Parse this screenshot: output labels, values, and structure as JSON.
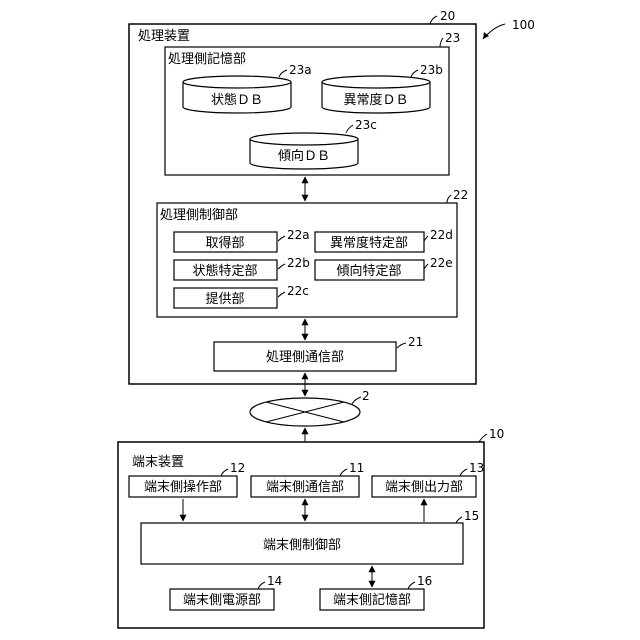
{
  "system": {
    "ref": "100"
  },
  "processing_device": {
    "title": "処理装置",
    "ref": "20",
    "storage": {
      "title": "処理側記憶部",
      "ref": "23",
      "databases": [
        {
          "label": "状態ＤＢ",
          "ref": "23a"
        },
        {
          "label": "異常度ＤＢ",
          "ref": "23b"
        },
        {
          "label": "傾向ＤＢ",
          "ref": "23c"
        }
      ]
    },
    "control": {
      "title": "処理側制御部",
      "ref": "22",
      "units": [
        {
          "label": "取得部",
          "ref": "22a"
        },
        {
          "label": "状態特定部",
          "ref": "22b"
        },
        {
          "label": "提供部",
          "ref": "22c"
        },
        {
          "label": "異常度特定部",
          "ref": "22d"
        },
        {
          "label": "傾向特定部",
          "ref": "22e"
        }
      ]
    },
    "comm": {
      "label": "処理側通信部",
      "ref": "21"
    }
  },
  "network": {
    "ref": "2"
  },
  "terminal_device": {
    "title": "端末装置",
    "ref": "10",
    "operation": {
      "label": "端末側操作部",
      "ref": "12"
    },
    "comm": {
      "label": "端末側通信部",
      "ref": "11"
    },
    "output": {
      "label": "端末側出力部",
      "ref": "13"
    },
    "control": {
      "label": "端末側制御部",
      "ref": "15"
    },
    "power": {
      "label": "端末側電源部",
      "ref": "14"
    },
    "storage": {
      "label": "端末側記憶部",
      "ref": "16"
    }
  }
}
